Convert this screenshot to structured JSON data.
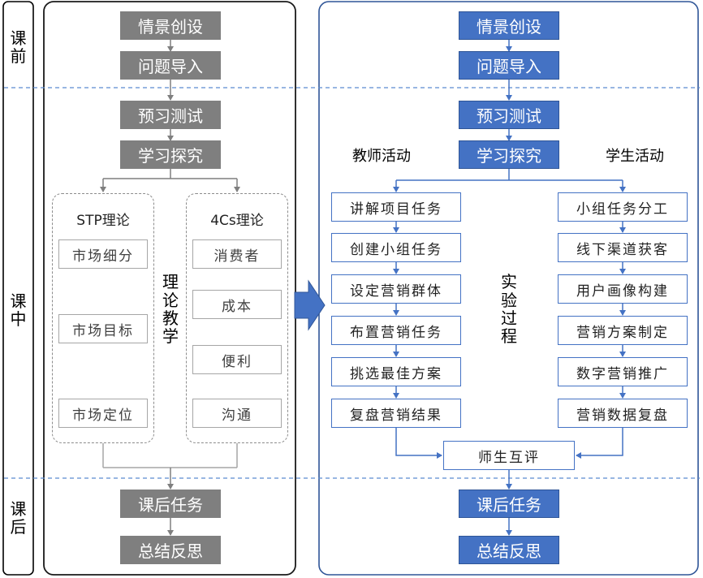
{
  "stages": {
    "pre": [
      "课",
      "前"
    ],
    "in": [
      "课",
      "中"
    ],
    "post": [
      "课",
      "后"
    ]
  },
  "left": {
    "steps": [
      "情景创设",
      "问题导入",
      "预习测试",
      "学习探究",
      "课后任务",
      "总结反思"
    ],
    "stp": {
      "title": "STP理论",
      "items": [
        "市场细分",
        "市场目标",
        "市场定位"
      ]
    },
    "fourcs": {
      "title": "4Cs理论",
      "items": [
        "消费者",
        "成本",
        "便利",
        "沟通"
      ]
    },
    "theory_label": [
      "理",
      "论",
      "教",
      "学"
    ]
  },
  "right": {
    "steps": [
      "情景创设",
      "问题导入",
      "预习测试",
      "学习探究",
      "课后任务",
      "总结反思"
    ],
    "teacher_label": "教师活动",
    "student_label": "学生活动",
    "teacher_items": [
      "讲解项目任务",
      "创建小组任务",
      "设定营销群体",
      "布置营销任务",
      "挑选最佳方案",
      "复盘营销结果"
    ],
    "student_items": [
      "小组任务分工",
      "线下渠道获客",
      "用户画像构建",
      "营销方案制定",
      "数字营销推广",
      "营销数据复盘"
    ],
    "experiment_label": [
      "实",
      "验",
      "过",
      "程"
    ],
    "review": "师生互评"
  },
  "colors": {
    "gray": "#7f7f7f",
    "blue": "#4472c4",
    "divider": "#5b8bd0"
  }
}
